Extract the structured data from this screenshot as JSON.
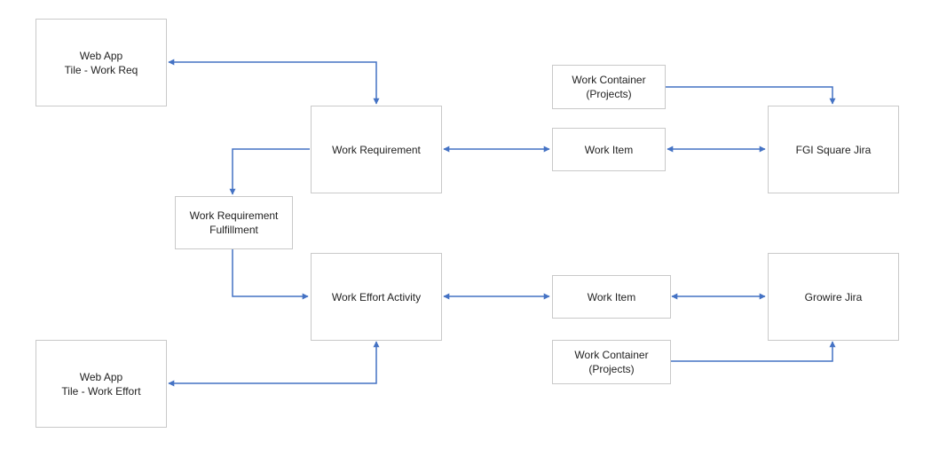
{
  "diagram": {
    "edge_color": "#4472c4",
    "node_border_color": "#c9c9c9",
    "nodes": {
      "web_app_work_req": {
        "label": "Web App\nTile - Work Req"
      },
      "work_requirement": {
        "label": "Work Requirement"
      },
      "work_container_top": {
        "label": "Work Container\n(Projects)"
      },
      "work_item_top": {
        "label": "Work Item"
      },
      "fgi_square_jira": {
        "label": "FGI Square Jira"
      },
      "work_req_fulfillment": {
        "label": "Work Requirement\nFulfillment"
      },
      "work_effort_activity": {
        "label": "Work Effort Activity"
      },
      "work_item_bottom": {
        "label": "Work Item"
      },
      "growire_jira": {
        "label": "Growire Jira"
      },
      "work_container_bottom": {
        "label": "Work Container\n(Projects)"
      },
      "web_app_work_effort": {
        "label": "Web App\nTile - Work Effort"
      }
    },
    "edges": [
      {
        "from": "work_requirement",
        "to": "web_app_work_req",
        "direction": "both"
      },
      {
        "from": "work_container_top",
        "to": "fgi_square_jira",
        "direction": "forward"
      },
      {
        "from": "work_requirement",
        "to": "work_item_top",
        "direction": "both"
      },
      {
        "from": "work_item_top",
        "to": "fgi_square_jira",
        "direction": "both"
      },
      {
        "from": "work_requirement",
        "to": "work_req_fulfillment",
        "direction": "forward"
      },
      {
        "from": "work_req_fulfillment",
        "to": "work_effort_activity",
        "direction": "forward"
      },
      {
        "from": "work_effort_activity",
        "to": "work_item_bottom",
        "direction": "both"
      },
      {
        "from": "work_item_bottom",
        "to": "growire_jira",
        "direction": "both"
      },
      {
        "from": "work_container_bottom",
        "to": "growire_jira",
        "direction": "forward"
      },
      {
        "from": "web_app_work_effort",
        "to": "work_effort_activity",
        "direction": "both"
      }
    ]
  }
}
